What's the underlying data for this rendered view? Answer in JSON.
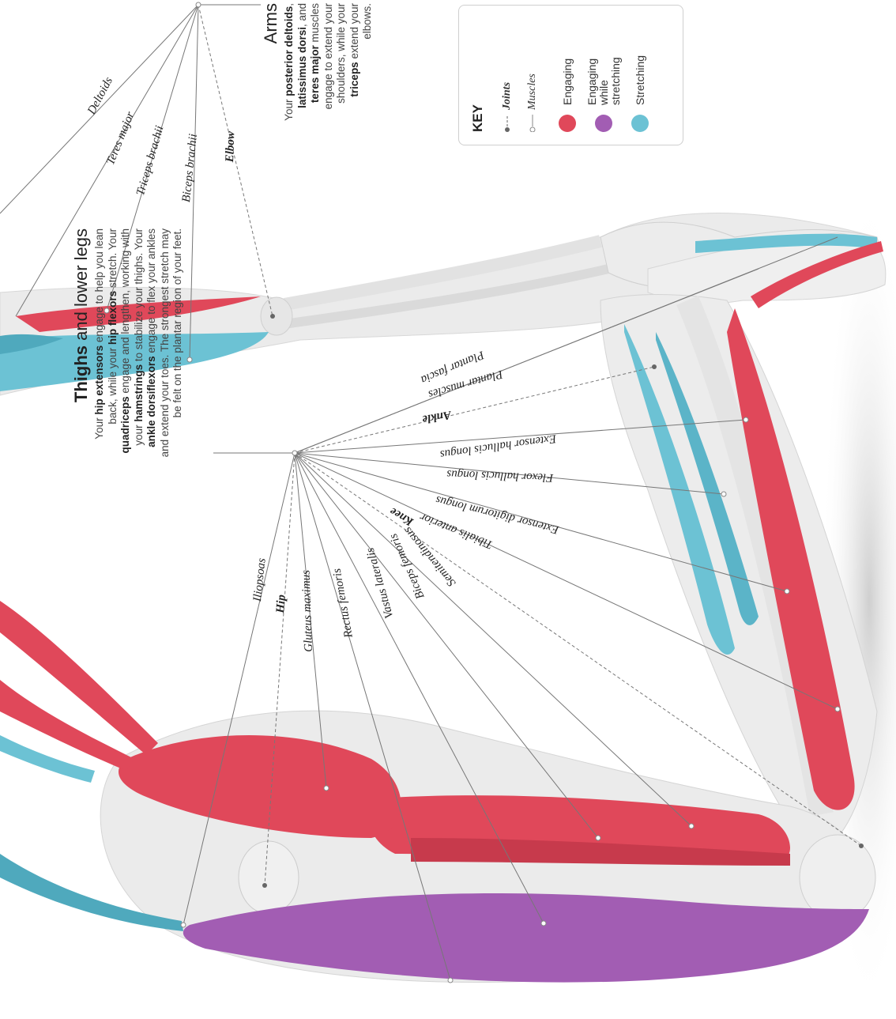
{
  "sections": {
    "arms": {
      "title": "Arms",
      "body_parts": [
        {
          "t": "Your ",
          "b": false
        },
        {
          "t": "posterior deltoids",
          "b": true
        },
        {
          "t": ", ",
          "b": false
        },
        {
          "t": "latissimus dorsi",
          "b": true
        },
        {
          "t": ", and ",
          "b": false
        },
        {
          "t": "teres major",
          "b": true
        },
        {
          "t": " muscles engage to extend your shoulders, while your ",
          "b": false
        },
        {
          "t": "triceps",
          "b": true
        },
        {
          "t": " extend your elbows.",
          "b": false
        }
      ]
    },
    "legs": {
      "title_bold": "Thighs",
      "title_rest": " and lower legs",
      "body_parts": [
        {
          "t": "Your ",
          "b": false
        },
        {
          "t": "hip extensors",
          "b": true
        },
        {
          "t": " engage to help you lean back, while your ",
          "b": false
        },
        {
          "t": "hip flexors",
          "b": true
        },
        {
          "t": " stretch. Your ",
          "b": false
        },
        {
          "t": "quadriceps",
          "b": true
        },
        {
          "t": " engage and lengthen, working with your ",
          "b": false
        },
        {
          "t": "hamstrings",
          "b": true
        },
        {
          "t": " to stabilize your thighs. Your ",
          "b": false
        },
        {
          "t": "ankle dorsiflexors",
          "b": true
        },
        {
          "t": " engage to flex your ankles and extend your toes. The strongest stretch may be felt on the plantar region of your feet.",
          "b": false
        }
      ]
    }
  },
  "labels": {
    "deltoids": "Deltoids",
    "teres_major": "Teres major",
    "triceps_brachii": "Triceps brachii",
    "biceps_brachii": "Biceps brachii",
    "elbow": "Elbow",
    "iliopsoas": "Iliopsoas",
    "hip": "Hip",
    "gluteus_maximus": "Gluteus maximus",
    "rectus_femoris": "Rectus femoris",
    "vastus_lateralis": "Vastus lateralis",
    "biceps_femoris": "Biceps femoris",
    "semitendinosus": "Semitendinosus",
    "knee": "Knee",
    "tibialis_anterior": "Tibialis anterior",
    "extensor_digitorum_longus": "Extensor digitorum longus",
    "flexor_hallucis_longus": "Flexor hallucis longus",
    "extensor_hallucis_longus": "Extensor hallucis longus",
    "ankle": "Ankle",
    "plantar_muscles": "Plantar muscles",
    "plantar_fascia": "Plantar fascia"
  },
  "key": {
    "title": "KEY",
    "joints": "Joints",
    "muscles": "Muscles",
    "engaging": "Engaging",
    "engaging_stretching": "Engaging while stretching",
    "stretching": "Stretching",
    "colors": {
      "engaging": "#e0485a",
      "engaging_stretching": "#a25db3",
      "stretching": "#6cc2d4"
    }
  }
}
